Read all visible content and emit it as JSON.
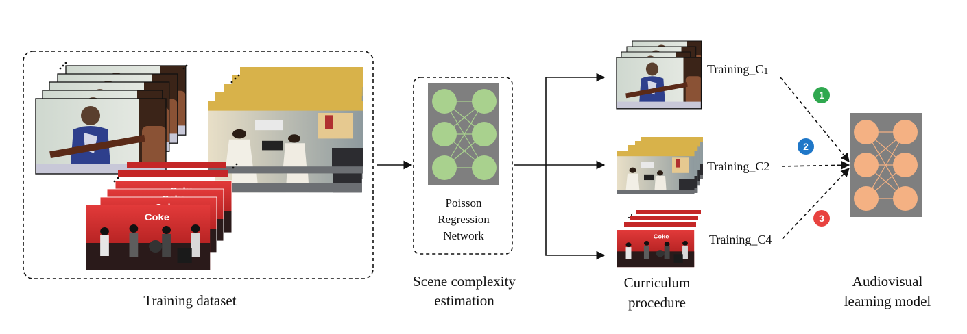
{
  "captions": {
    "training_dataset": "Training dataset",
    "scene_complexity_line1": "Scene complexity",
    "scene_complexity_line2": "estimation",
    "curriculum_line1": "Curriculum",
    "curriculum_line2": "procedure",
    "av_model_line1": "Audiovisual",
    "av_model_line2": "learning model"
  },
  "network": {
    "line1": "Poisson",
    "line2": "Regression",
    "line3": "Network"
  },
  "curriculum_labels": {
    "c1": "Training_C",
    "c1_sub": "1",
    "c2": "Training_C2",
    "c4": "Training_C4"
  },
  "badges": [
    "1",
    "2",
    "3"
  ],
  "colors": {
    "net_bg": "#7f7f7f",
    "poisson_node": "#a9d18e",
    "av_node": "#f4b183",
    "badge1": "#2fa84f",
    "badge2": "#1f77c8",
    "badge3": "#e8423f"
  },
  "icons": {
    "arrow": "right-arrow-icon",
    "dots": "ellipsis-icon"
  }
}
